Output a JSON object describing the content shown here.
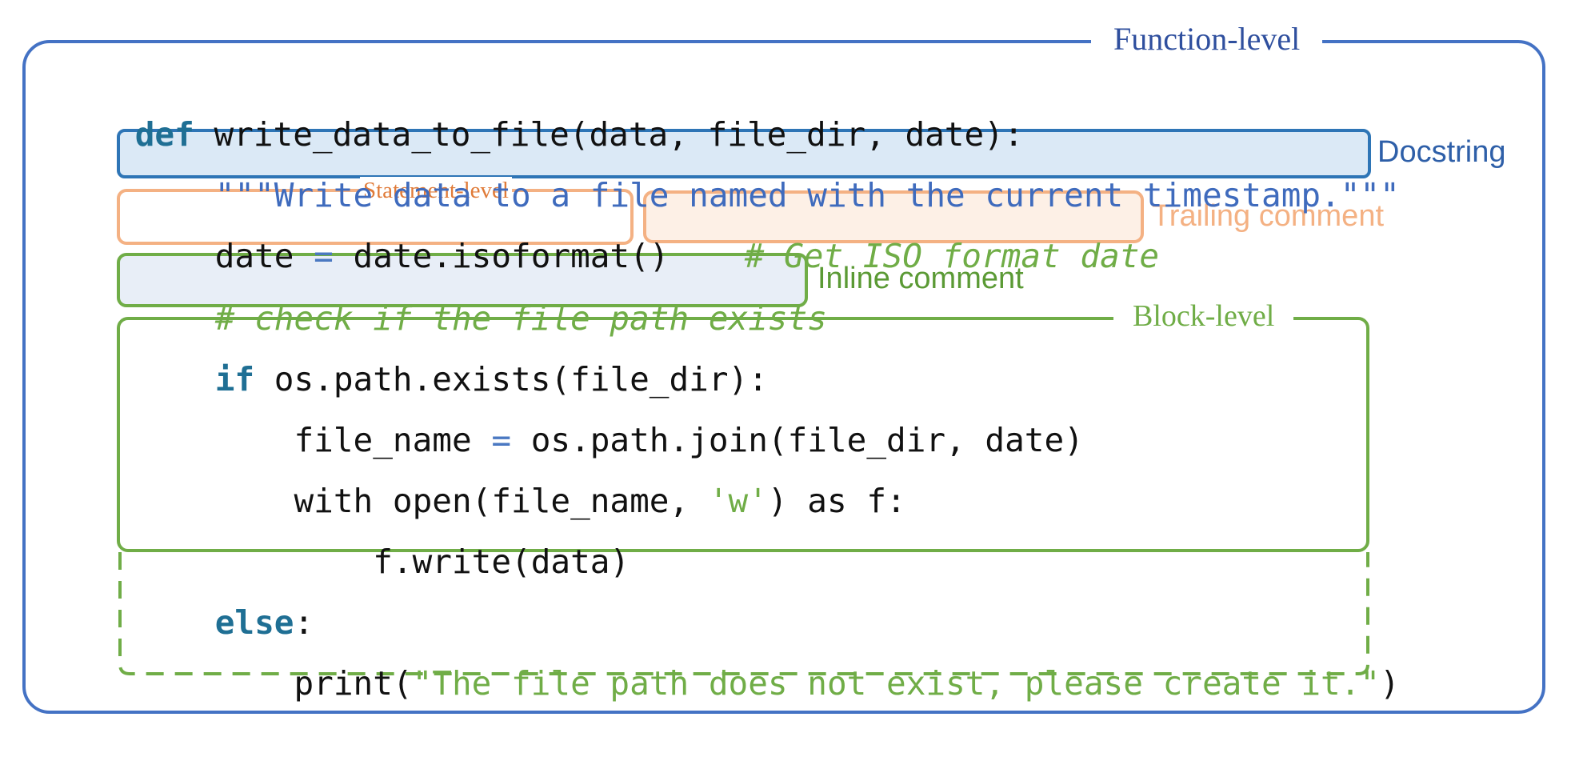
{
  "colors": {
    "function_frame": "#4472c4",
    "docstring_frame": "#2e75b6",
    "docstring_fill": "#dbe9f6",
    "statement_frame": "#f4b183",
    "trailing_fill": "#fdf0e6",
    "inline_frame": "#70ad47",
    "inline_fill": "#e8eef7",
    "block_frame": "#70ad47",
    "keyword": "#1f6f94",
    "string": "#70ad47"
  },
  "labels": {
    "function_level": "Function-level",
    "docstring": "Docstring",
    "statement_level": "Statement-level",
    "trailing_comment": "Trailing comment",
    "inline_comment": "Inline comment",
    "block_level": "Block-level"
  },
  "code": {
    "line1": {
      "kw": "def",
      "rest": " write_data_to_file(data, file_dir, date):"
    },
    "line2": {
      "doc": "\"\"\"Write data to a file named with the current timestamp.\"\"\""
    },
    "line3": {
      "a": "date ",
      "op": "=",
      "b": " date.isoformat()"
    },
    "line3_comment": "# Get ISO format date",
    "line4": "# check if the file path exists",
    "line5": {
      "kw": "if",
      "rest": " os.path.exists(file_dir):"
    },
    "line6": {
      "a": "    file_name ",
      "op": "=",
      "b": " os.path.join(file_dir, date)"
    },
    "line7": {
      "a": "    with open(file_name, ",
      "str": "'w'",
      "b": ") as f:"
    },
    "line8": "        f.write(data)",
    "line9": {
      "kw": "else",
      "rest": ":"
    },
    "line10": {
      "a": "    print(",
      "str": "\"The file path does not exist, please create it.\"",
      "b": ")"
    }
  }
}
